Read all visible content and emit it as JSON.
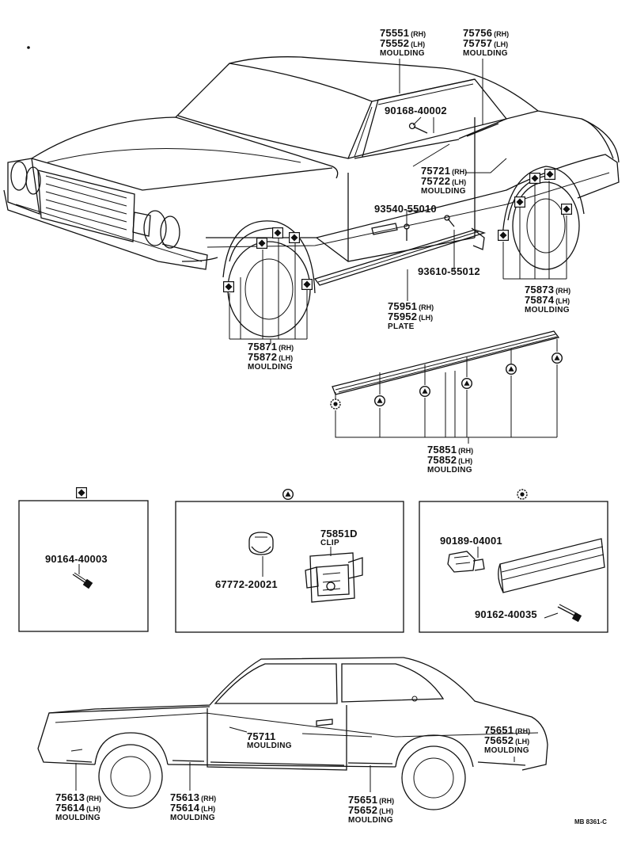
{
  "diagram_labels": {
    "roof_front": {
      "pn1": "75551",
      "side1": "(RH)",
      "pn2": "75552",
      "side2": "(LH)",
      "name": "MOULDING"
    },
    "roof_rear": {
      "pn1": "75756",
      "side1": "(RH)",
      "pn2": "75757",
      "side2": "(LH)",
      "name": "MOULDING"
    },
    "screw_90168": {
      "pn": "90168-40002"
    },
    "belt_mould": {
      "pn1": "75721",
      "side1": "(RH)",
      "pn2": "75722",
      "side2": "(LH)",
      "name": "MOULDING"
    },
    "clip_93540": {
      "pn": "93540-55010"
    },
    "clip_93610": {
      "pn": "93610-55012"
    },
    "plate": {
      "pn1": "75951",
      "side1": "(RH)",
      "pn2": "75952",
      "side2": "(LH)",
      "name": "PLATE"
    },
    "front_wheel": {
      "pn1": "75871",
      "side1": "(RH)",
      "pn2": "75872",
      "side2": "(LH)",
      "name": "MOULDING"
    },
    "rear_wheel": {
      "pn1": "75873",
      "side1": "(RH)",
      "pn2": "75874",
      "side2": "(LH)",
      "name": "MOULDING"
    },
    "rocker": {
      "pn1": "75851",
      "side1": "(RH)",
      "pn2": "75852",
      "side2": "(LH)",
      "name": "MOULDING"
    },
    "box1": {
      "pn": "90164-40003"
    },
    "box2": {
      "pn_a": "67772-20021",
      "pn_b": "75851D",
      "name_b": "CLIP"
    },
    "box3": {
      "pn_a": "90189-04001",
      "pn_b": "90162-40035"
    },
    "side_main": {
      "pn": "75711",
      "name": "MOULDING"
    },
    "side_front": {
      "pn1": "75613",
      "side1": "(RH)",
      "pn2": "75614",
      "side2": "(LH)",
      "name": "MOULDING"
    },
    "side_door": {
      "pn1": "75613",
      "side1": "(RH)",
      "pn2": "75614",
      "side2": "(LH)",
      "name": "MOULDING"
    },
    "side_rear": {
      "pn1": "75651",
      "side1": "(RH)",
      "pn2": "75652",
      "side2": "(LH)",
      "name": "MOULDING"
    },
    "side_rear_upper": {
      "pn1": "75651",
      "side1": "(RH)",
      "pn2": "75652",
      "side2": "(LH)",
      "name": "MOULDING"
    },
    "reference": "MB 8361-C"
  }
}
